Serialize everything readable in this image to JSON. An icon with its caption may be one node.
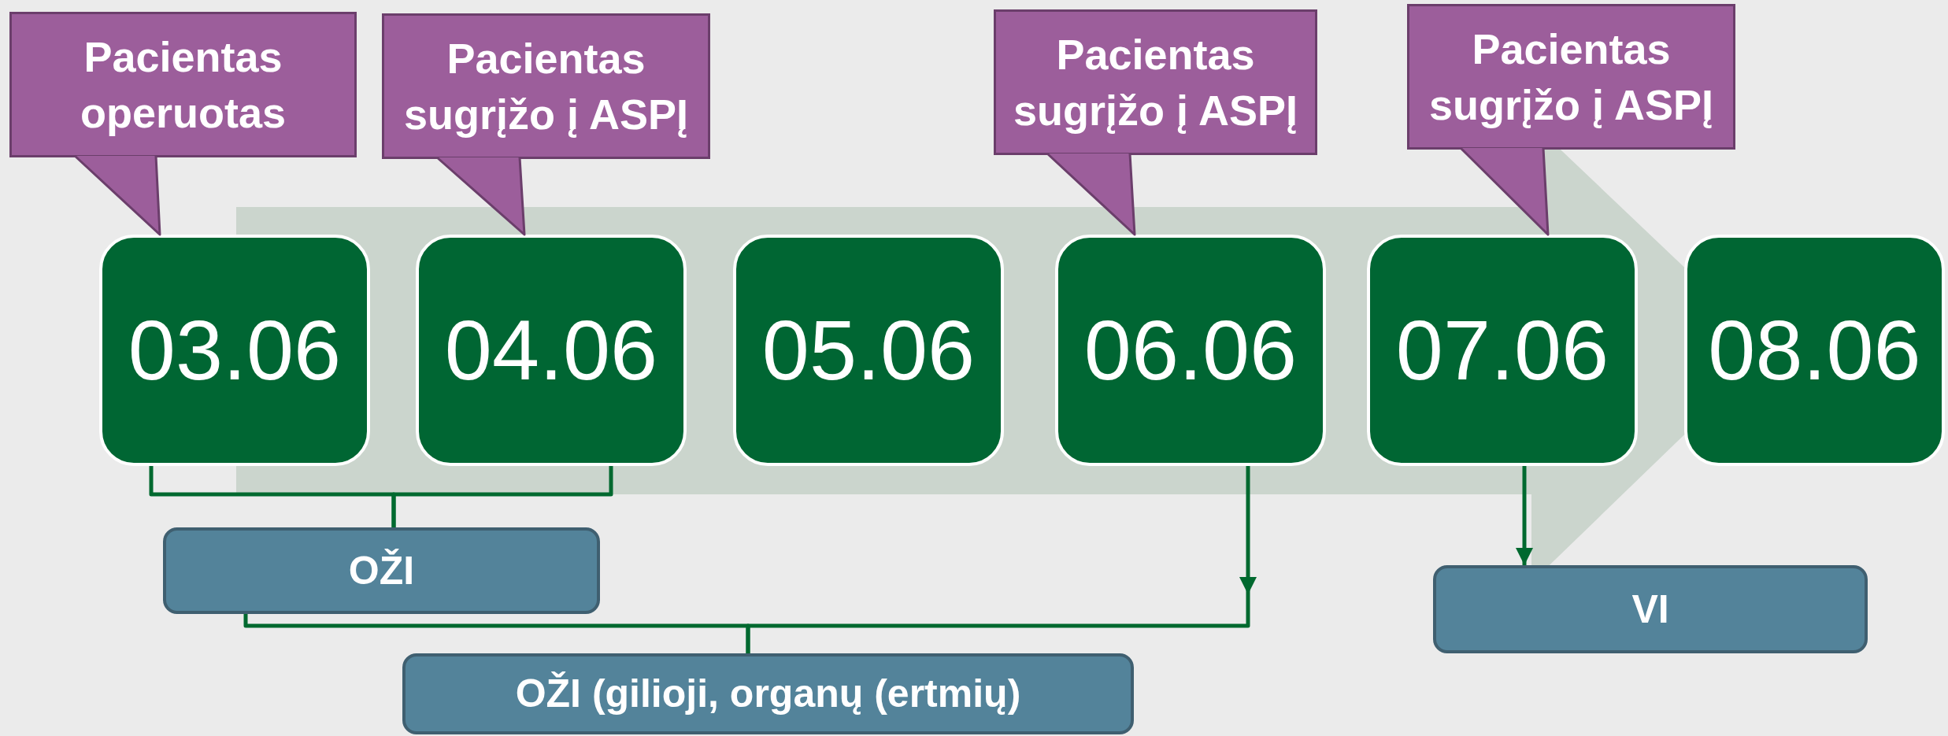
{
  "diagram": {
    "nodes": [
      {
        "text": [
          "Pacientas operuotas"
        ]
      },
      {
        "text": [
          "Pacientas sugrįžo į ASPĮ"
        ]
      },
      {
        "text": [
          "Pacientas sugrįžo į ASPĮ"
        ]
      },
      {
        "text": [
          "Pacientas sugrįžo į ASPĮ"
        ]
      },
      {
        "text": [
          "03.06"
        ]
      },
      {
        "text": [
          "04.06"
        ]
      },
      {
        "text": [
          "05.06"
        ]
      },
      {
        "text": [
          "06.06"
        ]
      },
      {
        "text": [
          "07.06"
        ]
      },
      {
        "text": [
          "08.06"
        ]
      },
      {
        "text": [
          "OŽI"
        ]
      },
      {
        "text": [
          "OŽI (gilioji, organų (ertmių)"
        ]
      },
      {
        "text": [
          "VI"
        ]
      }
    ],
    "edges": [
      {
        "from": 0,
        "to": 4,
        "arrow": "to",
        "color": "#6b3e6b"
      },
      {
        "from": 1,
        "to": 5,
        "arrow": "to",
        "color": "#6b3e6b"
      },
      {
        "from": 2,
        "to": 7,
        "arrow": "to",
        "color": "#6b3e6b"
      },
      {
        "from": 3,
        "to": 8,
        "arrow": "to",
        "color": "#6b3e6b"
      },
      {
        "from": 4,
        "to": 10,
        "arrow": "none"
      },
      {
        "from": 5,
        "to": 10,
        "arrow": "none"
      },
      {
        "from": 10,
        "to": 11,
        "arrow": "none"
      },
      {
        "from": 7,
        "to": 11,
        "arrow": "to"
      },
      {
        "from": 8,
        "to": 12,
        "arrow": "to"
      }
    ]
  }
}
